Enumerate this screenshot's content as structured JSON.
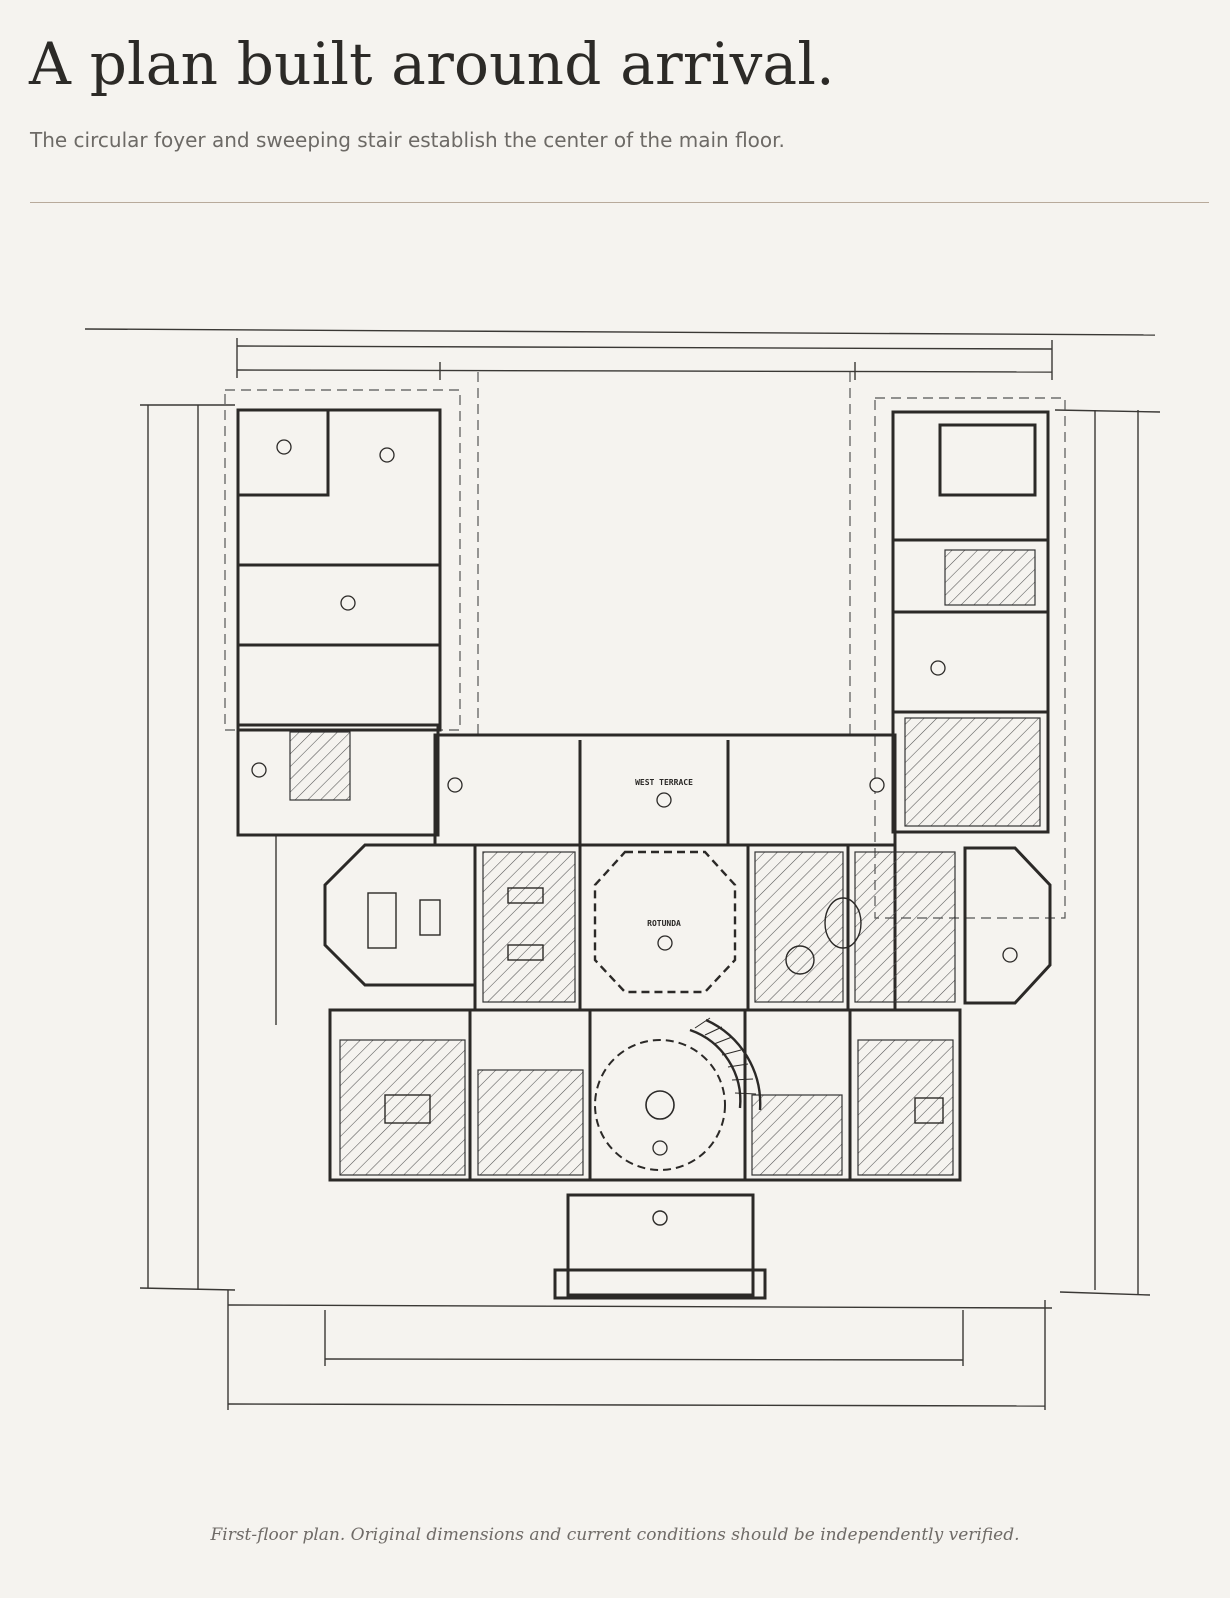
{
  "header": {
    "title": "A plan built around arrival.",
    "subtitle": "The circular foyer and sweeping stair establish the center of the main floor."
  },
  "plan": {
    "room_labels": {
      "rotunda": "ROTUNDA",
      "west_terrace": "WEST TERRACE"
    }
  },
  "caption": "First-floor plan. Original dimensions and current conditions should be independently verified.",
  "colors": {
    "background": "#f5f3ef",
    "ink": "#2c2a27",
    "muted_text": "#6d6a66",
    "divider": "#b8aa9b"
  }
}
